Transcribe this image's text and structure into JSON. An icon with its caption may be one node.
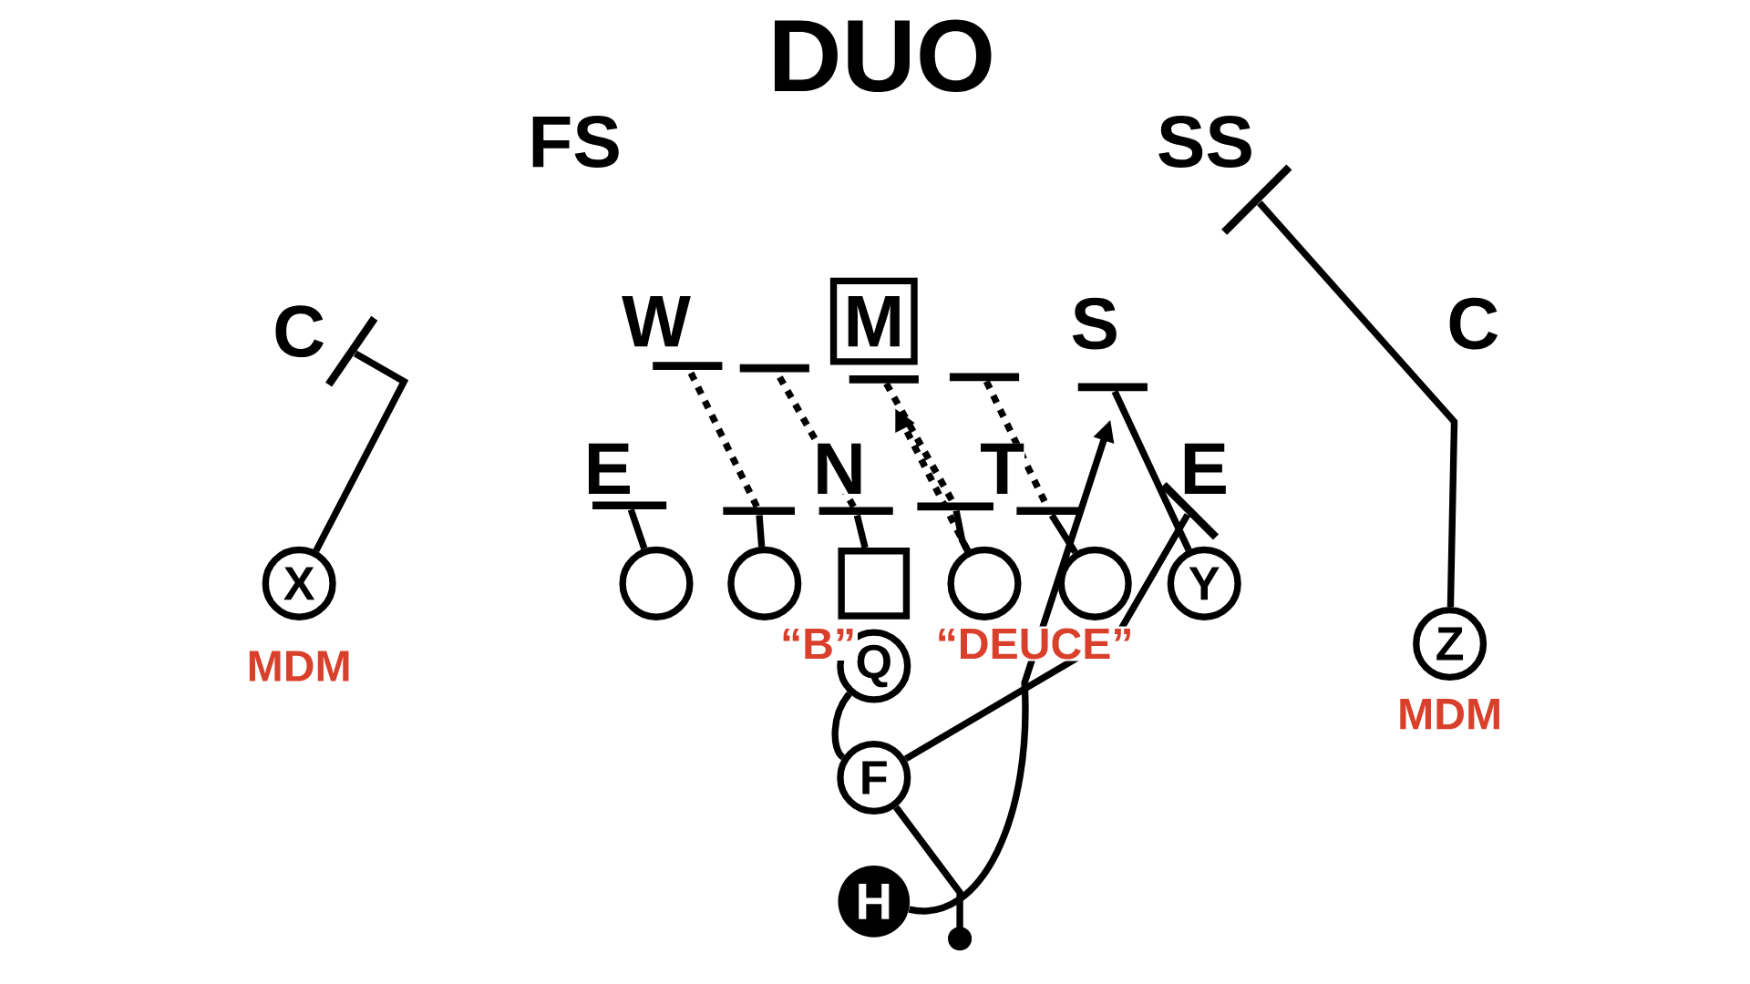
{
  "diagram": {
    "title": "DUO",
    "nodes": [
      {
        "text": [
          "X"
        ],
        "beside": [
          "MDM"
        ]
      },
      {
        "text": [],
        "shape": "circle"
      },
      {
        "text": [],
        "shape": "circle"
      },
      {
        "text": [],
        "shape": "box"
      },
      {
        "text": [],
        "shape": "circle"
      },
      {
        "text": [],
        "shape": "circle"
      },
      {
        "text": [
          "Y"
        ]
      },
      {
        "text": [
          "Z"
        ],
        "beside": [
          "MDM"
        ]
      },
      {
        "text": [
          "Q"
        ]
      },
      {
        "text": [
          "F"
        ]
      },
      {
        "text": [
          "H"
        ]
      },
      {
        "text": [
          "M"
        ]
      },
      {
        "text": [],
        "shape": "bar"
      },
      {
        "text": [],
        "shape": "bar"
      },
      {
        "text": [],
        "shape": "bar"
      },
      {
        "text": [],
        "shape": "bar"
      },
      {
        "text": [],
        "shape": "bar"
      },
      {
        "text": [],
        "shape": "bar"
      },
      {
        "text": [],
        "shape": "bar"
      },
      {
        "text": [],
        "shape": "bar"
      },
      {
        "text": [],
        "shape": "bar"
      },
      {
        "text": [],
        "shape": "bar"
      },
      {
        "text": [],
        "shape": "bar"
      },
      {
        "text": [],
        "shape": "bar"
      },
      {
        "text": [],
        "shape": "bar"
      }
    ],
    "edges": [
      {
        "from": 0,
        "to": 12,
        "arrow": "none"
      },
      {
        "from": 1,
        "to": 18,
        "arrow": "none"
      },
      {
        "from": 2,
        "to": 19,
        "arrow": "none"
      },
      {
        "from": 3,
        "to": 20,
        "arrow": "none"
      },
      {
        "from": 4,
        "to": 21,
        "arrow": "none"
      },
      {
        "from": 5,
        "to": 22,
        "arrow": "none"
      },
      {
        "from": 6,
        "to": 17,
        "arrow": "none"
      },
      {
        "from": 7,
        "to": 24,
        "arrow": "none"
      },
      {
        "from": 9,
        "to": 23,
        "arrow": "none"
      },
      {
        "from": 10,
        "to": null,
        "arrow": "to"
      },
      {
        "from": 8,
        "to": 9,
        "arrow": "none"
      },
      {
        "from": 9,
        "to": null,
        "arrow": "other"
      },
      {
        "from": 19,
        "to": 13,
        "arrow": "none",
        "style": "dashed"
      },
      {
        "from": 20,
        "to": 14,
        "arrow": "none",
        "style": "dashed"
      },
      {
        "from": 15,
        "to": 21,
        "arrow": "none",
        "style": "dashed"
      },
      {
        "from": 16,
        "to": 22,
        "arrow": "none",
        "style": "dashed"
      },
      {
        "from": 4,
        "to": null,
        "arrow": "to",
        "style": "dashed"
      }
    ],
    "labels": [
      "FS",
      "SS",
      "C",
      "W",
      "S",
      "C",
      "E",
      "N",
      "T",
      "E",
      "“B”",
      "“DEUCE”"
    ]
  }
}
